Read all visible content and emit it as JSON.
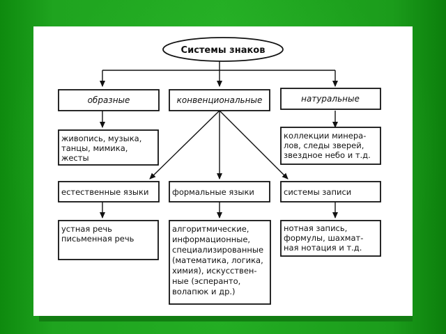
{
  "root": "Системы знаков",
  "level1": {
    "figurative": "образные",
    "conventional": "конвенциональные",
    "natural": "натуральные"
  },
  "figurative_examples": [
    "живопись, музыка,",
    "танцы, мимика,",
    "жесты"
  ],
  "natural_examples": [
    "коллекции минера-",
    "лов, следы зверей,",
    "звездное небо и т.д."
  ],
  "level2": {
    "natural_languages": "естественные языки",
    "formal_languages": "формальные языки",
    "notation_systems": "системы записи"
  },
  "natural_languages_examples": [
    "устная речь",
    "письменная речь"
  ],
  "formal_languages_examples": [
    "алгоритмические,",
    "информационные,",
    "специализированные",
    "(математика, логика,",
    "химия), искусствен-",
    "ные (эсперанто,",
    "волапюк и др.)"
  ],
  "notation_examples": [
    "нотная запись,",
    "формулы, шахмат-",
    "ная нотация и т.д."
  ],
  "colors": {
    "background_green": "#1fa41f",
    "slide": "#ffffff",
    "ink": "#111111"
  }
}
